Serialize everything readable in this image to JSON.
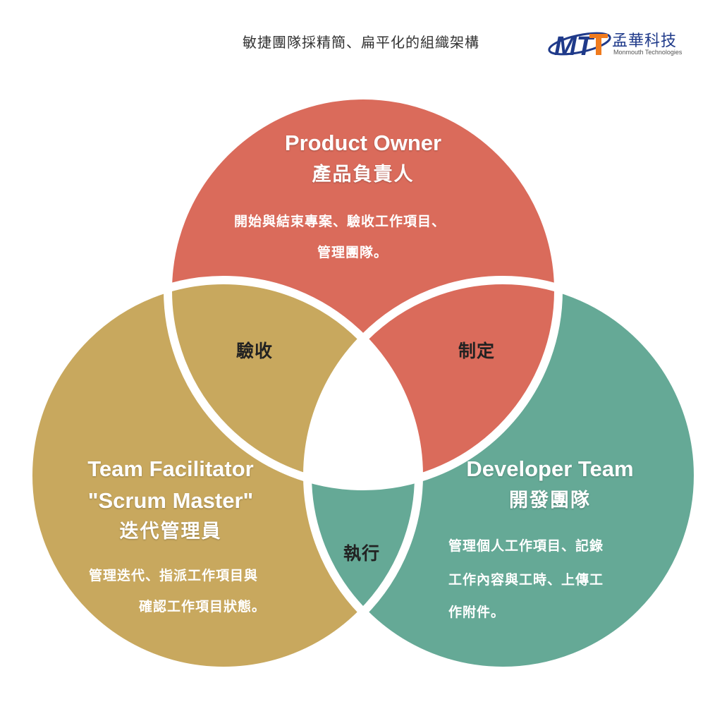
{
  "header": {
    "title": "敏捷團隊採精簡、扁平化的組織架構"
  },
  "logo": {
    "mark_text": "MT",
    "name_cn": "孟華科技",
    "name_en": "Monmouth Technologies"
  },
  "circles": {
    "product_owner": {
      "title_en": "Product Owner",
      "title_cn": "產品負責人",
      "desc_line1": "開始與結束專案、驗收工作項目、",
      "desc_line2": "管理團隊。",
      "color": "#da6b5b"
    },
    "scrum_master": {
      "title_en_line1": "Team Facilitator",
      "title_en_line2": "\"Scrum Master\"",
      "title_cn": "迭代管理員",
      "desc_line1": "管理迭代、指派工作項目與",
      "desc_line2": "確認工作項目狀態。",
      "color": "#c8a85e"
    },
    "developer_team": {
      "title_en": "Developer Team",
      "title_cn": "開發團隊",
      "desc_line1": "管理個人工作項目、記錄",
      "desc_line2": "工作內容與工時、上傳工",
      "desc_line3": "作附件。",
      "color": "#65a996"
    }
  },
  "overlaps": {
    "po_sm": "驗收",
    "po_dev": "制定",
    "sm_dev": "執行"
  },
  "colors": {
    "logo_blue": "#1f3a8a",
    "logo_orange": "#f07b1d",
    "center": "#ffffff",
    "border": "#ffffff"
  }
}
